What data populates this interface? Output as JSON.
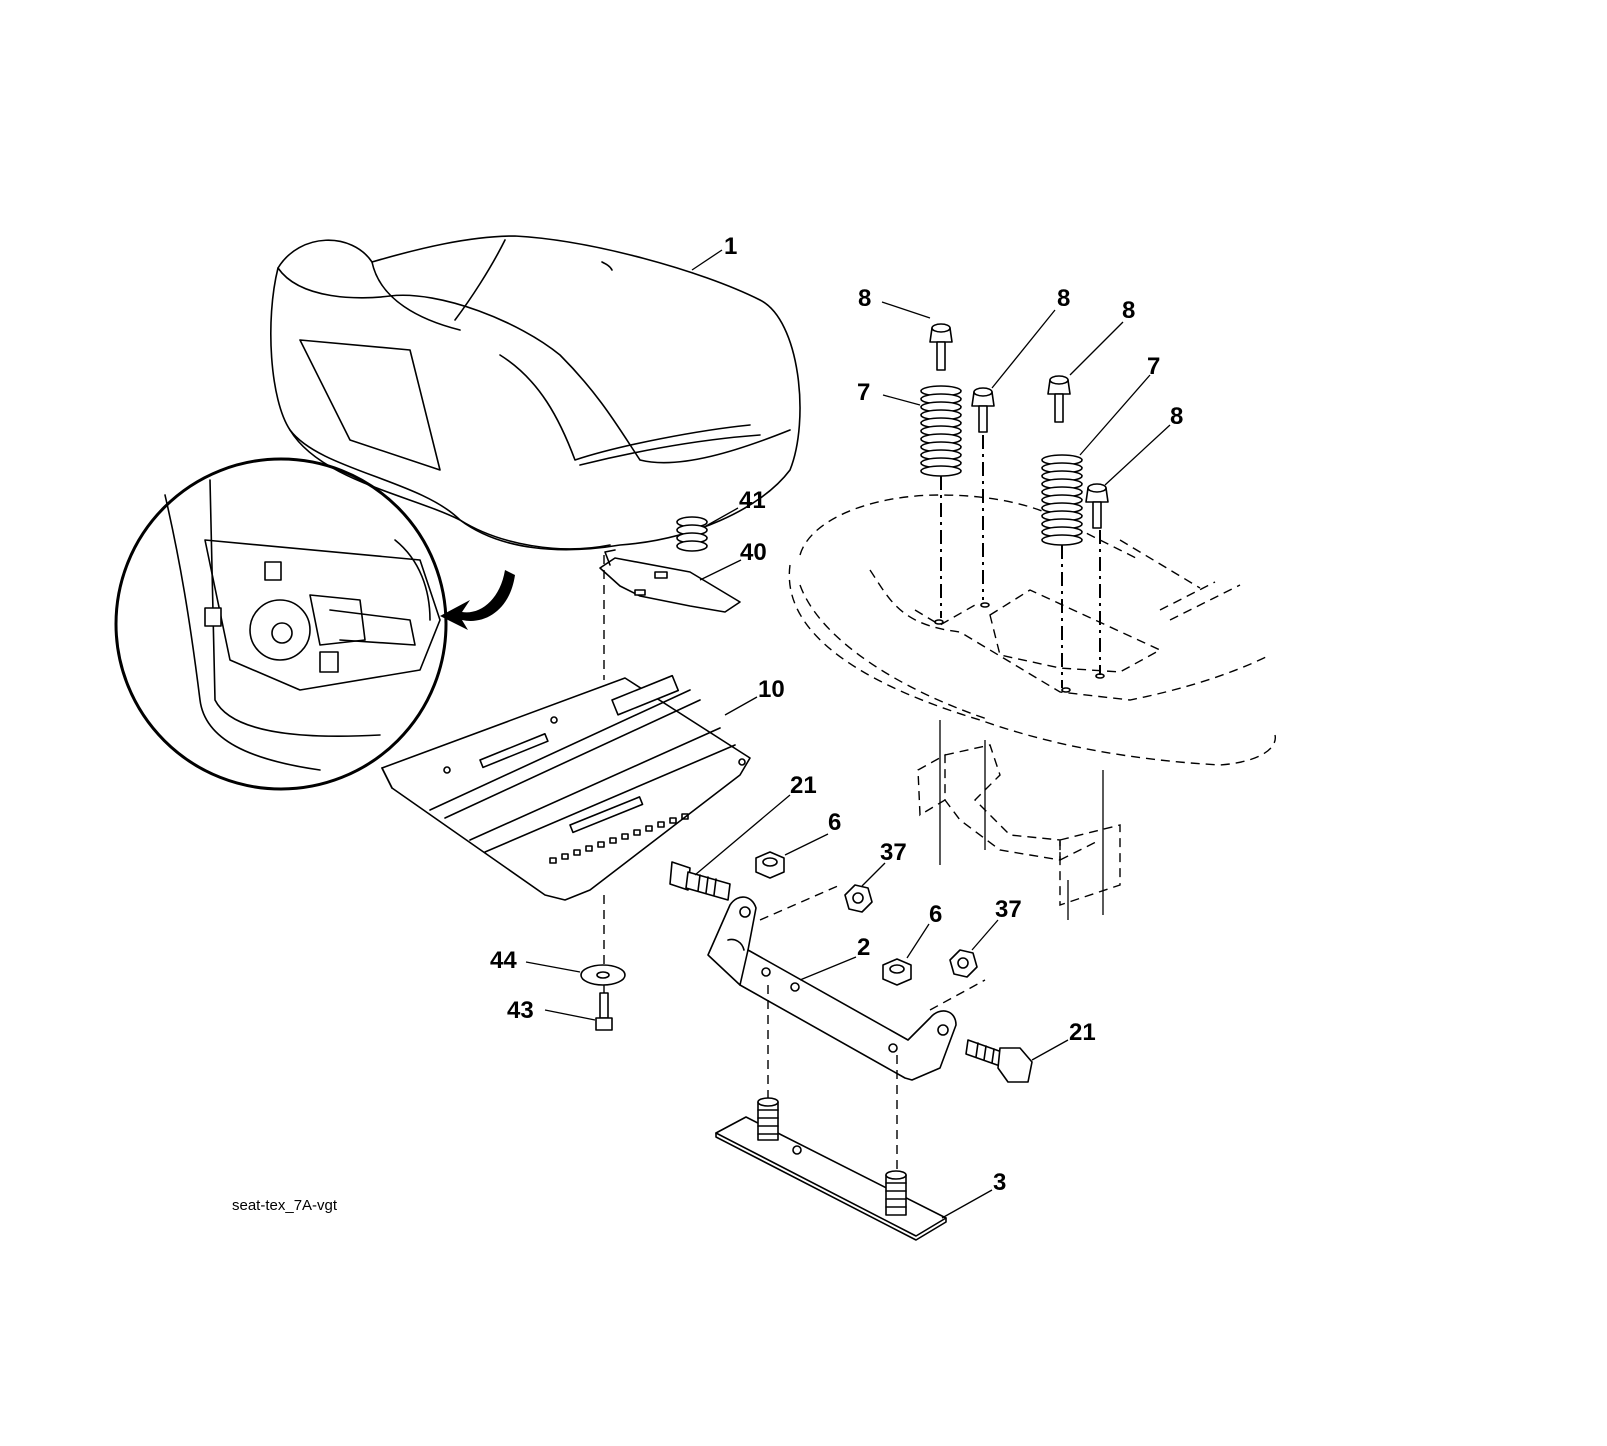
{
  "callouts": [
    {
      "id": "c1",
      "text": "1"
    },
    {
      "id": "c8a",
      "text": "8"
    },
    {
      "id": "c8b",
      "text": "8"
    },
    {
      "id": "c8c",
      "text": "8"
    },
    {
      "id": "c7a",
      "text": "7"
    },
    {
      "id": "c7b",
      "text": "7"
    },
    {
      "id": "c8d",
      "text": "8"
    },
    {
      "id": "c41",
      "text": "41"
    },
    {
      "id": "c40",
      "text": "40"
    },
    {
      "id": "c10",
      "text": "10"
    },
    {
      "id": "c21a",
      "text": "21"
    },
    {
      "id": "c6a",
      "text": "6"
    },
    {
      "id": "c37a",
      "text": "37"
    },
    {
      "id": "c6b",
      "text": "6"
    },
    {
      "id": "c37b",
      "text": "37"
    },
    {
      "id": "c2",
      "text": "2"
    },
    {
      "id": "c44",
      "text": "44"
    },
    {
      "id": "c43",
      "text": "43"
    },
    {
      "id": "c21b",
      "text": "21"
    },
    {
      "id": "c3",
      "text": "3"
    }
  ],
  "drawing_code": "seat-tex_7A-vgt"
}
